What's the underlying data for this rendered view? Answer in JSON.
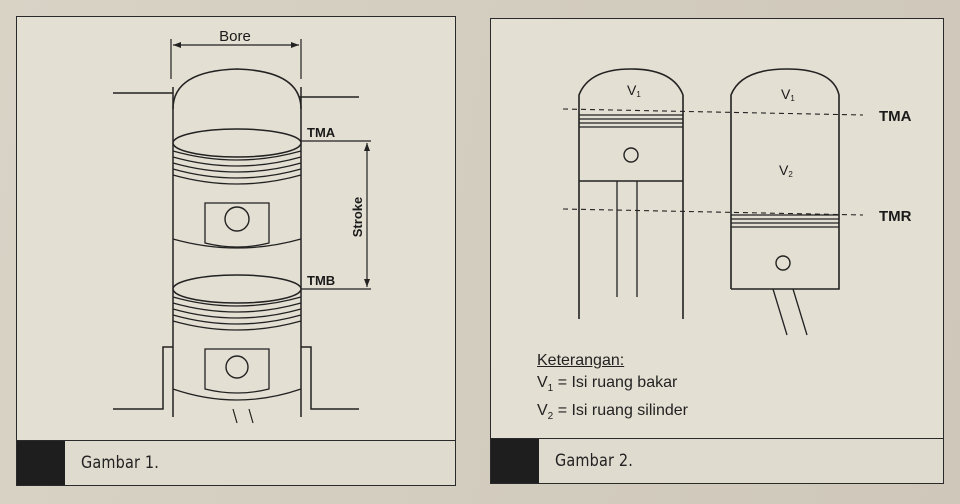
{
  "figure1": {
    "caption": "Gambar 1.",
    "labels": {
      "bore": "Bore",
      "stroke": "Stroke",
      "tma": "TMA",
      "tmb": "TMB"
    }
  },
  "figure2": {
    "caption": "Gambar 2.",
    "labels": {
      "v1_left": "V",
      "v1_right": "V",
      "v2": "V",
      "sub1": "1",
      "sub2": "2",
      "tma": "TMA",
      "tmr": "TMR"
    },
    "legend": {
      "title": "Keterangan:",
      "items": [
        {
          "symbol": "V",
          "sub": "1",
          "text": "= Isi ruang bakar"
        },
        {
          "symbol": "V",
          "sub": "2",
          "text": "= Isi ruang silinder"
        }
      ]
    }
  }
}
